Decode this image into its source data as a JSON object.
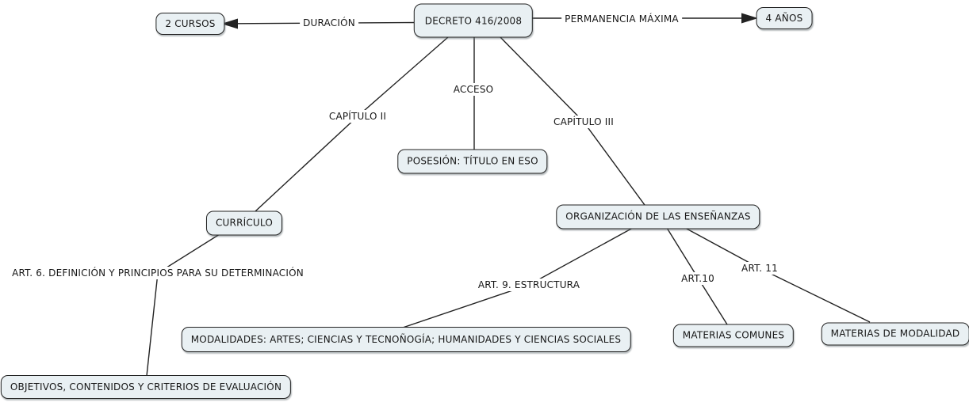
{
  "diagram": {
    "type": "concept-map",
    "nodes": {
      "decreto": "DECRETO 416/2008",
      "cursos": "2 CURSOS",
      "anos": "4 AÑOS",
      "posesion": "POSESIÓN: TÍTULO EN ESO",
      "curriculo": "CURRÍCULO",
      "organizacion": "ORGANIZACIÓN DE LAS ENSEÑANZAS",
      "modalidades": "MODALIDADES: ARTES; CIENCIAS Y TECNOÑOGÍA; HUMANIDADES Y CIENCIAS SOCIALES",
      "materias_comunes": "MATERIAS COMUNES",
      "materias_modalidad": "MATERIAS DE MODALIDAD",
      "objetivos": "OBJETIVOS, CONTENIDOS Y CRITERIOS DE EVALUACIÓN"
    },
    "labels": {
      "duracion": "DURACIÓN",
      "permanencia": "PERMANENCIA MÁXIMA",
      "acceso": "ACCESO",
      "capitulo2": "CAPÍTULO II",
      "capitulo3": "CAPÍTULO III",
      "art6": "ART. 6. DEFINICIÓN Y PRINCIPIOS PARA SU DETERMINACIÓN",
      "art9": "ART. 9. ESTRUCTURA",
      "art10": "ART.10",
      "art11": "ART. 11"
    },
    "edges": [
      {
        "from": "decreto",
        "label": "DURACIÓN",
        "to": "2 CURSOS",
        "arrow": true
      },
      {
        "from": "decreto",
        "label": "PERMANENCIA MÁXIMA",
        "to": "4 AÑOS",
        "arrow": true
      },
      {
        "from": "decreto",
        "label": "ACCESO",
        "to": "POSESIÓN: TÍTULO EN ESO",
        "arrow": false
      },
      {
        "from": "decreto",
        "label": "CAPÍTULO II",
        "to": "CURRÍCULO",
        "arrow": false
      },
      {
        "from": "decreto",
        "label": "CAPÍTULO III",
        "to": "ORGANIZACIÓN DE LAS ENSEÑANZAS",
        "arrow": false
      },
      {
        "from": "curriculo",
        "label": "ART. 6. DEFINICIÓN Y PRINCIPIOS PARA SU DETERMINACIÓN",
        "to": "OBJETIVOS, CONTENIDOS Y CRITERIOS DE EVALUACIÓN",
        "arrow": false
      },
      {
        "from": "organizacion",
        "label": "ART. 9. ESTRUCTURA",
        "to": "MODALIDADES: ARTES; CIENCIAS Y TECNOÑOGÍA; HUMANIDADES Y CIENCIAS SOCIALES",
        "arrow": false
      },
      {
        "from": "organizacion",
        "label": "ART.10",
        "to": "MATERIAS COMUNES",
        "arrow": false
      },
      {
        "from": "organizacion",
        "label": "ART. 11",
        "to": "MATERIAS DE MODALIDAD",
        "arrow": false
      }
    ],
    "colors": {
      "node_fill": "#e9f0f3",
      "node_border": "#222222",
      "line": "#222222",
      "text": "#171717",
      "background": "#ffffff"
    }
  }
}
